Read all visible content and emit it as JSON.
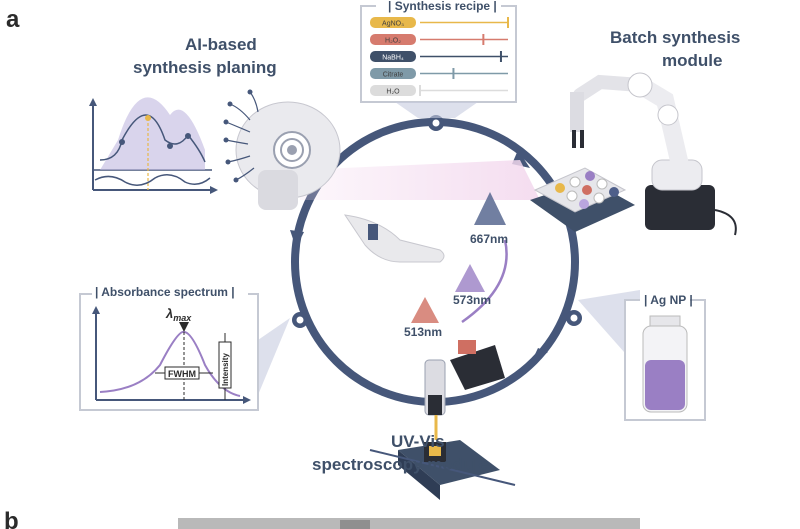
{
  "panel_labels": {
    "a": "a",
    "b": "b"
  },
  "modules": {
    "ai": {
      "line1": "AI-based",
      "line2": "synthesis planing"
    },
    "batch": {
      "line1": "Batch synthesis",
      "line2": "module"
    },
    "uvvis": {
      "line1": "UV-Vis",
      "line2": "spectroscopy module"
    }
  },
  "recipe": {
    "title": "Synthesis recipe",
    "items": [
      {
        "label": "AgNO₃",
        "color": "#e8b84a",
        "level": 1.0
      },
      {
        "label": "H₂O₂",
        "color": "#d67b6e",
        "level": 0.72
      },
      {
        "label": "NaBH₄",
        "color": "#3f5069",
        "level": 0.92
      },
      {
        "label": "Citrate",
        "color": "#7f9aa8",
        "level": 0.38
      },
      {
        "label": "H₂O",
        "color": "#dcdcdc",
        "level": 0.0
      }
    ]
  },
  "absorbance": {
    "title": "Absorbance spectrum",
    "lambda": "λ",
    "lambda_sub": "max",
    "fwhm": "FWHM",
    "intensity": "Intensity"
  },
  "product": {
    "title": "Ag NP",
    "color": "#9a7fc4"
  },
  "wavelengths": [
    {
      "label": "667nm",
      "color": "#4e5f8a"
    },
    {
      "label": "573nm",
      "color": "#9a7fc4"
    },
    {
      "label": "513nm",
      "color": "#cf6f62"
    }
  ],
  "colors": {
    "cycle": "#46577a",
    "accent_purple": "#9a7fc4",
    "text": "#3f5069"
  }
}
